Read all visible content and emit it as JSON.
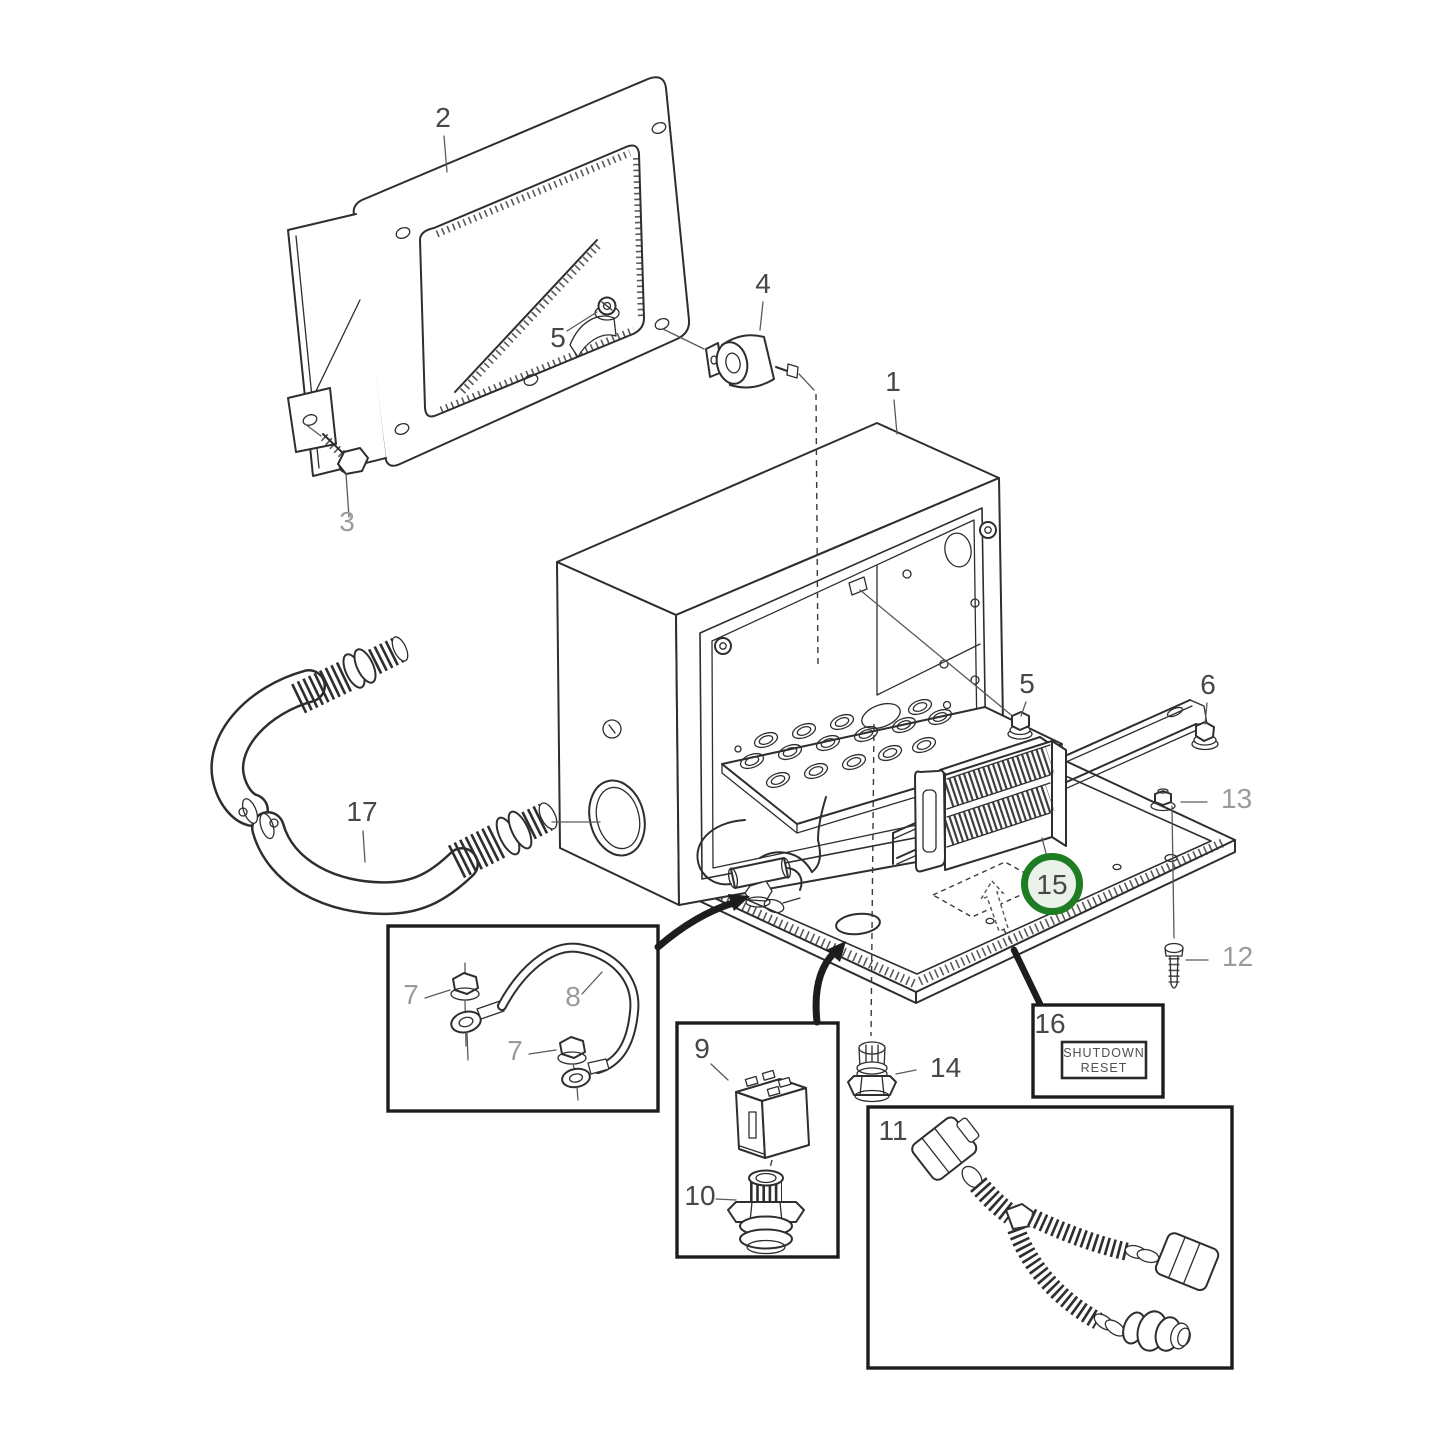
{
  "diagram": {
    "type": "exploded-parts-diagram",
    "colors": {
      "background": "#ffffff",
      "line": "#2e2e2e",
      "callout": "#474747",
      "callout_muted": "#9b9b9b",
      "highlight_ring": "#1e7c22",
      "highlight_fill": "#e9f1e8"
    },
    "highlighted_part": "15",
    "callouts": {
      "part1": "1",
      "part2": "2",
      "part3": "3",
      "part4": "4",
      "part5_bracket": "5",
      "part5_rail": "5",
      "part6": "6",
      "part7_left": "7",
      "part7_right": "7",
      "part8": "8",
      "part9": "9",
      "part10": "10",
      "part11": "11",
      "part12": "12",
      "part13": "13",
      "part14": "14",
      "part15": "15",
      "part16": "16",
      "part17": "17"
    },
    "decal": {
      "line1": "SHUTDOWN",
      "line2": "RESET"
    }
  }
}
